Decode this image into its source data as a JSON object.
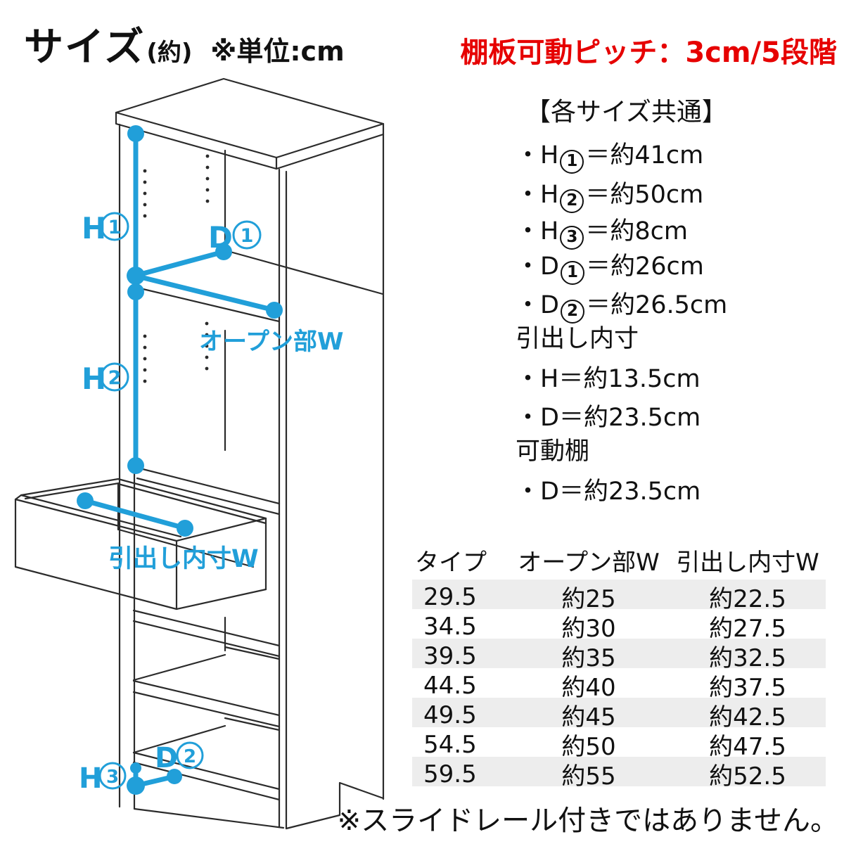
{
  "title": {
    "main": "サイズ",
    "paren": "(約)",
    "unit": "※単位:cm"
  },
  "shelf_pitch_note": "棚板可動ピッチ：3cm/5段階",
  "specs": {
    "heading": "【各サイズ共通】",
    "items": [
      {
        "bullet": "・",
        "letter": "H",
        "circle": "1",
        "value": "＝約41cm"
      },
      {
        "bullet": "・",
        "letter": "H",
        "circle": "2",
        "value": "＝約50cm"
      },
      {
        "bullet": "・",
        "letter": "H",
        "circle": "3",
        "value": "＝約8cm"
      },
      {
        "bullet": "・",
        "letter": "D",
        "circle": "1",
        "value": "＝約26cm"
      },
      {
        "bullet": "・",
        "letter": "D",
        "circle": "2",
        "value": "＝約26.5cm"
      }
    ],
    "drawer_heading": "引出し内寸",
    "drawer_items": [
      {
        "bullet": "・",
        "text": "H＝約13.5cm"
      },
      {
        "bullet": "・",
        "text": "D＝約23.5cm"
      }
    ],
    "movable_shelf_heading": "可動棚",
    "movable_shelf_items": [
      {
        "bullet": "・",
        "text": "D＝約23.5cm"
      }
    ]
  },
  "diagram": {
    "labels": {
      "h1": {
        "letter": "H",
        "num": "1"
      },
      "h2": {
        "letter": "H",
        "num": "2"
      },
      "h3": {
        "letter": "H",
        "num": "3"
      },
      "d1": {
        "letter": "D",
        "num": "1"
      },
      "d2": {
        "letter": "D",
        "num": "2"
      },
      "open_width": "オープン部W",
      "drawer_inner_width": "引出し内寸W"
    }
  },
  "size_table": {
    "headers": [
      "タイプ",
      "オープン部W",
      "引出し内寸W"
    ],
    "rows": [
      [
        "29.5",
        "約25",
        "約22.5"
      ],
      [
        "34.5",
        "約30",
        "約27.5"
      ],
      [
        "39.5",
        "約35",
        "約32.5"
      ],
      [
        "44.5",
        "約40",
        "約37.5"
      ],
      [
        "49.5",
        "約45",
        "約42.5"
      ],
      [
        "54.5",
        "約50",
        "約47.5"
      ],
      [
        "59.5",
        "約55",
        "約52.5"
      ]
    ]
  },
  "footnote": "※スライドレール付きではありません。",
  "colors": {
    "accent": "#219fd9",
    "red": "#e60000",
    "line": "#2b2b2b",
    "stripe": "#ededed",
    "text": "#111111"
  }
}
